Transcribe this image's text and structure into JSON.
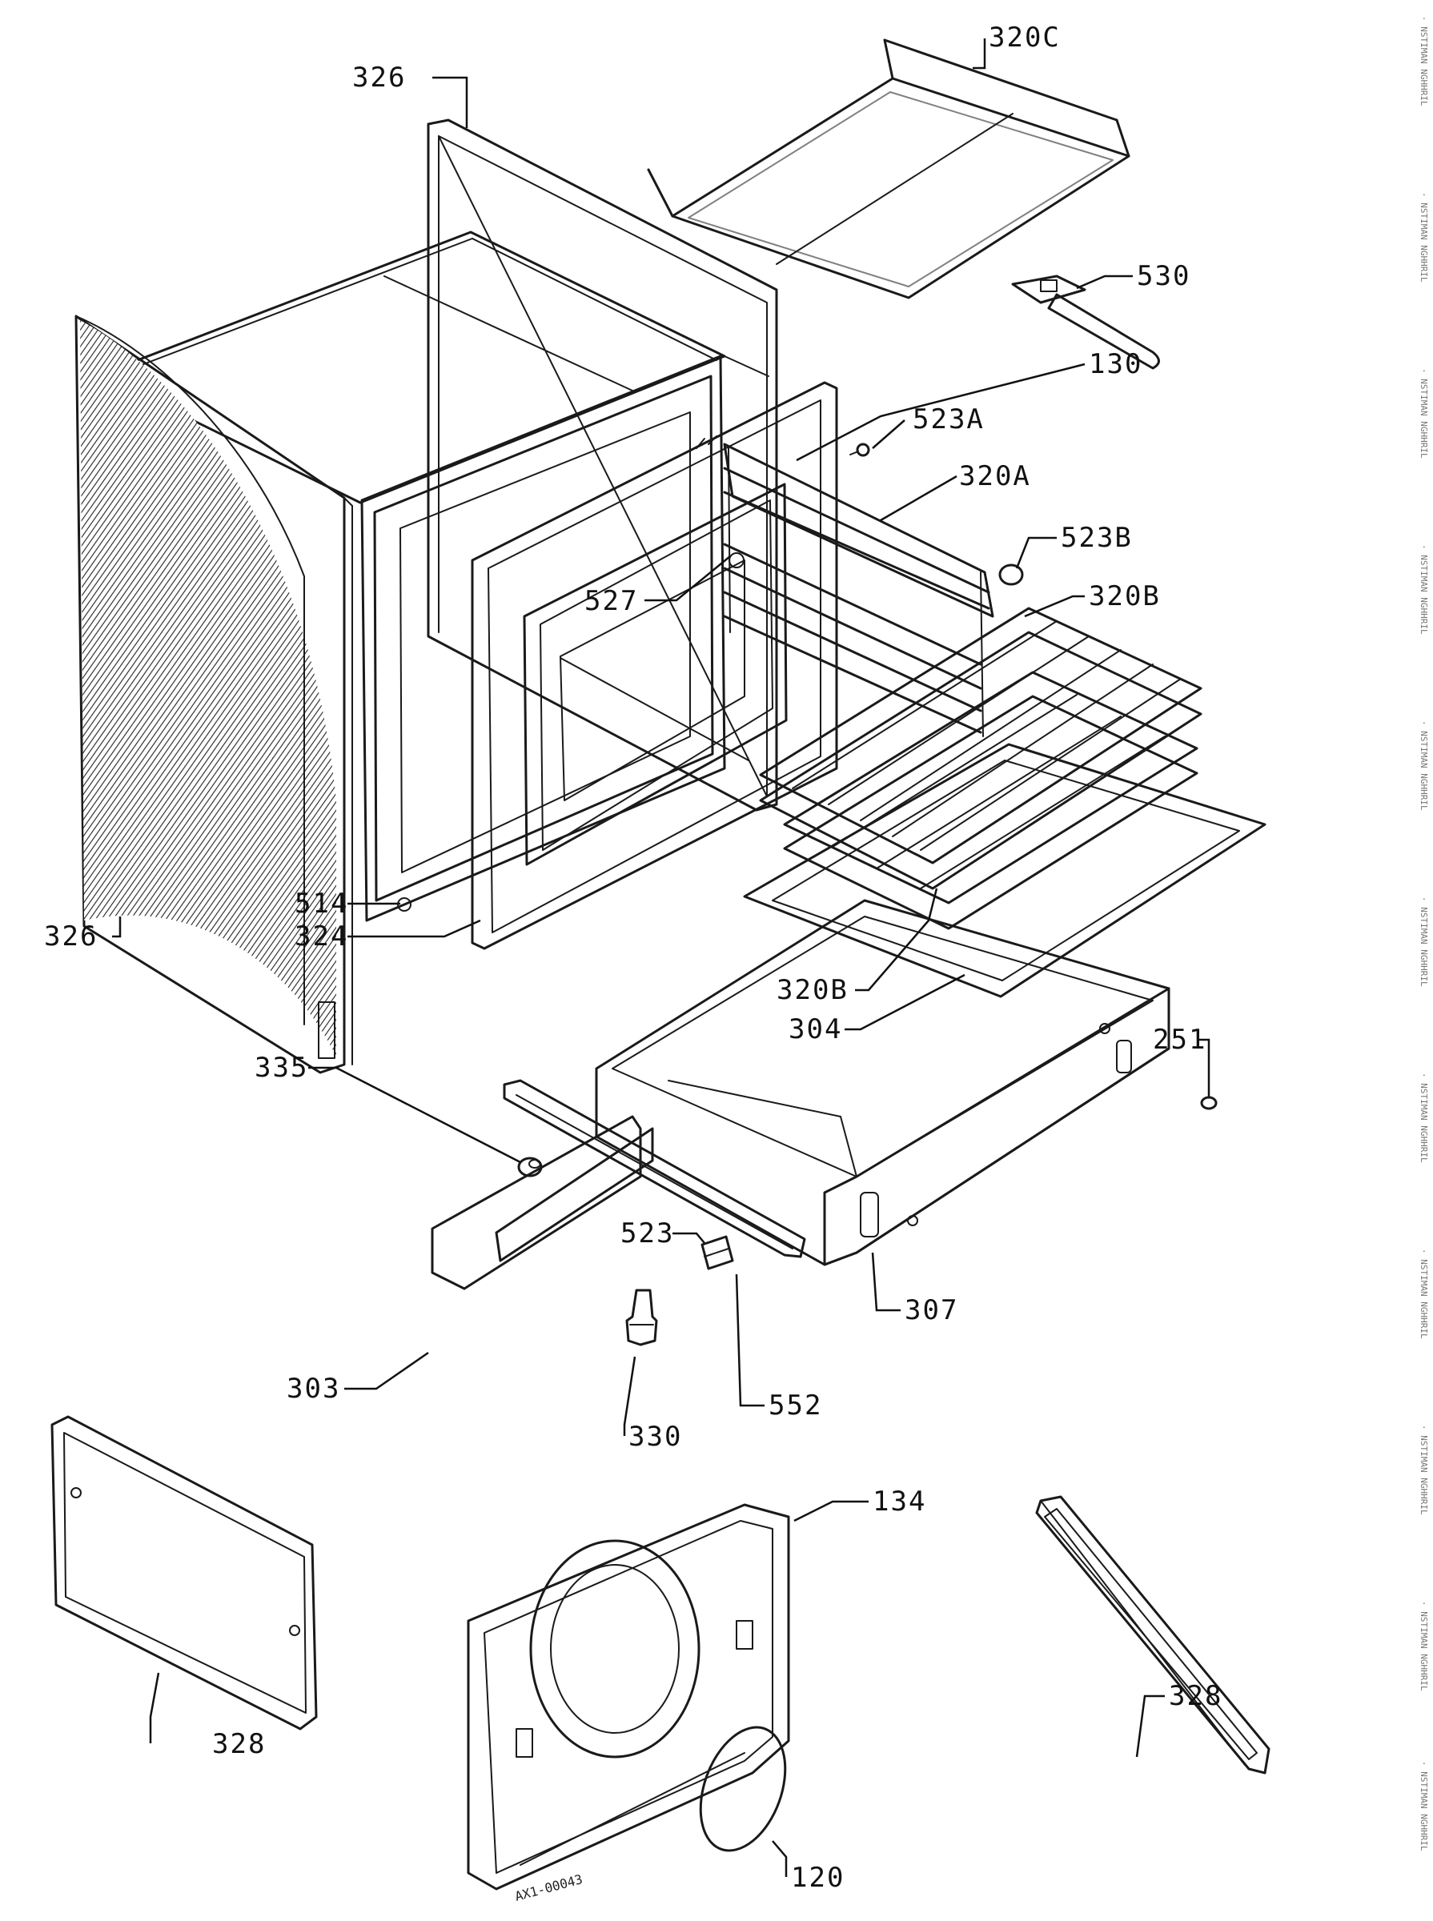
{
  "diagram": {
    "drawing_code": "AX1-00043",
    "edge_strip": "· NSTIMAN NGHHRIL",
    "labels": {
      "p326_top": "326",
      "p320C": "320C",
      "p530": "530",
      "p130": "130",
      "p523A": "523A",
      "p320A": "320A",
      "p523B": "523B",
      "p320B_top": "320B",
      "p527": "527",
      "p514": "514",
      "p324": "324",
      "p326_left": "326",
      "p320B_mid": "320B",
      "p304": "304",
      "p251": "251",
      "p335": "335",
      "p523": "523",
      "p307": "307",
      "p303": "303",
      "p552": "552",
      "p330": "330",
      "p134": "134",
      "p328_left": "328",
      "p328_right": "328",
      "p120": "120"
    }
  }
}
